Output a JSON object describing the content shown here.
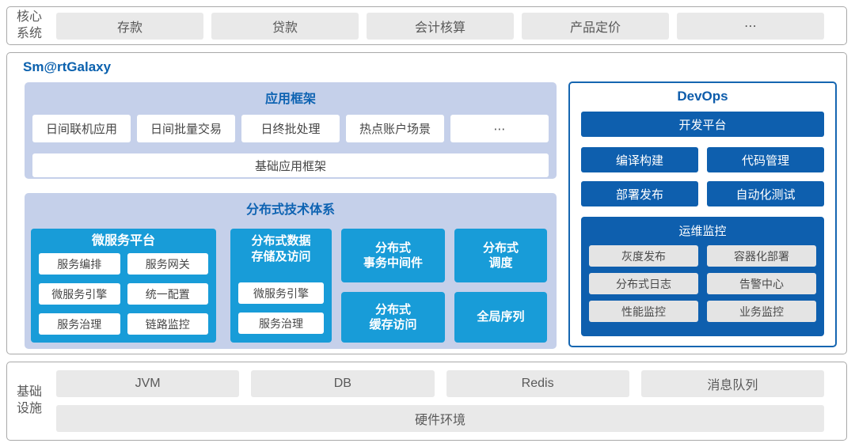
{
  "colors": {
    "accent_cyan": "#189cd8",
    "accent_dark_blue": "#0e5fae",
    "section_background": "#c5d0ea",
    "heading_blue": "#0e63b2",
    "platform_title_blue": "#0b61ae",
    "gray_box": "#e9e9e9",
    "devops_border": "#1566b1"
  },
  "top_bar": {
    "label": "核心\n系统",
    "items": [
      "存款",
      "贷款",
      "会计核算",
      "产品定价",
      "⋯"
    ]
  },
  "platform": {
    "title": "Sm@rtGalaxy",
    "app_framework": {
      "title": "应用框架",
      "apps": [
        "日间联机应用",
        "日间批量交易",
        "日终批处理",
        "热点账户场景",
        "⋯"
      ],
      "base": "基础应用框架"
    },
    "distributed": {
      "title": "分布式技术体系",
      "microservice_platform": {
        "title": "微服务平台",
        "items": [
          "服务编排",
          "服务网关",
          "微服务引擎",
          "统一配置",
          "服务治理",
          "链路监控"
        ]
      },
      "data_storage": {
        "title": "分布式数据\n存储及访问",
        "items": [
          "微服务引擎",
          "服务治理"
        ]
      },
      "blocks": [
        "分布式\n事务中间件",
        "分布式\n调度",
        "分布式\n缓存访问",
        "全局序列"
      ]
    },
    "devops": {
      "title": "DevOps",
      "dev_platform": "开发平台",
      "tools": [
        "编译构建",
        "代码管理",
        "部署发布",
        "自动化测试"
      ],
      "ops_monitor": {
        "title": "运维监控",
        "items": [
          "灰度发布",
          "容器化部署",
          "分布式日志",
          "告警中心",
          "性能监控",
          "业务监控"
        ]
      }
    }
  },
  "infrastructure": {
    "label": "基础\n设施",
    "items": [
      "JVM",
      "DB",
      "Redis",
      "消息队列"
    ],
    "hardware": "硬件环境"
  }
}
